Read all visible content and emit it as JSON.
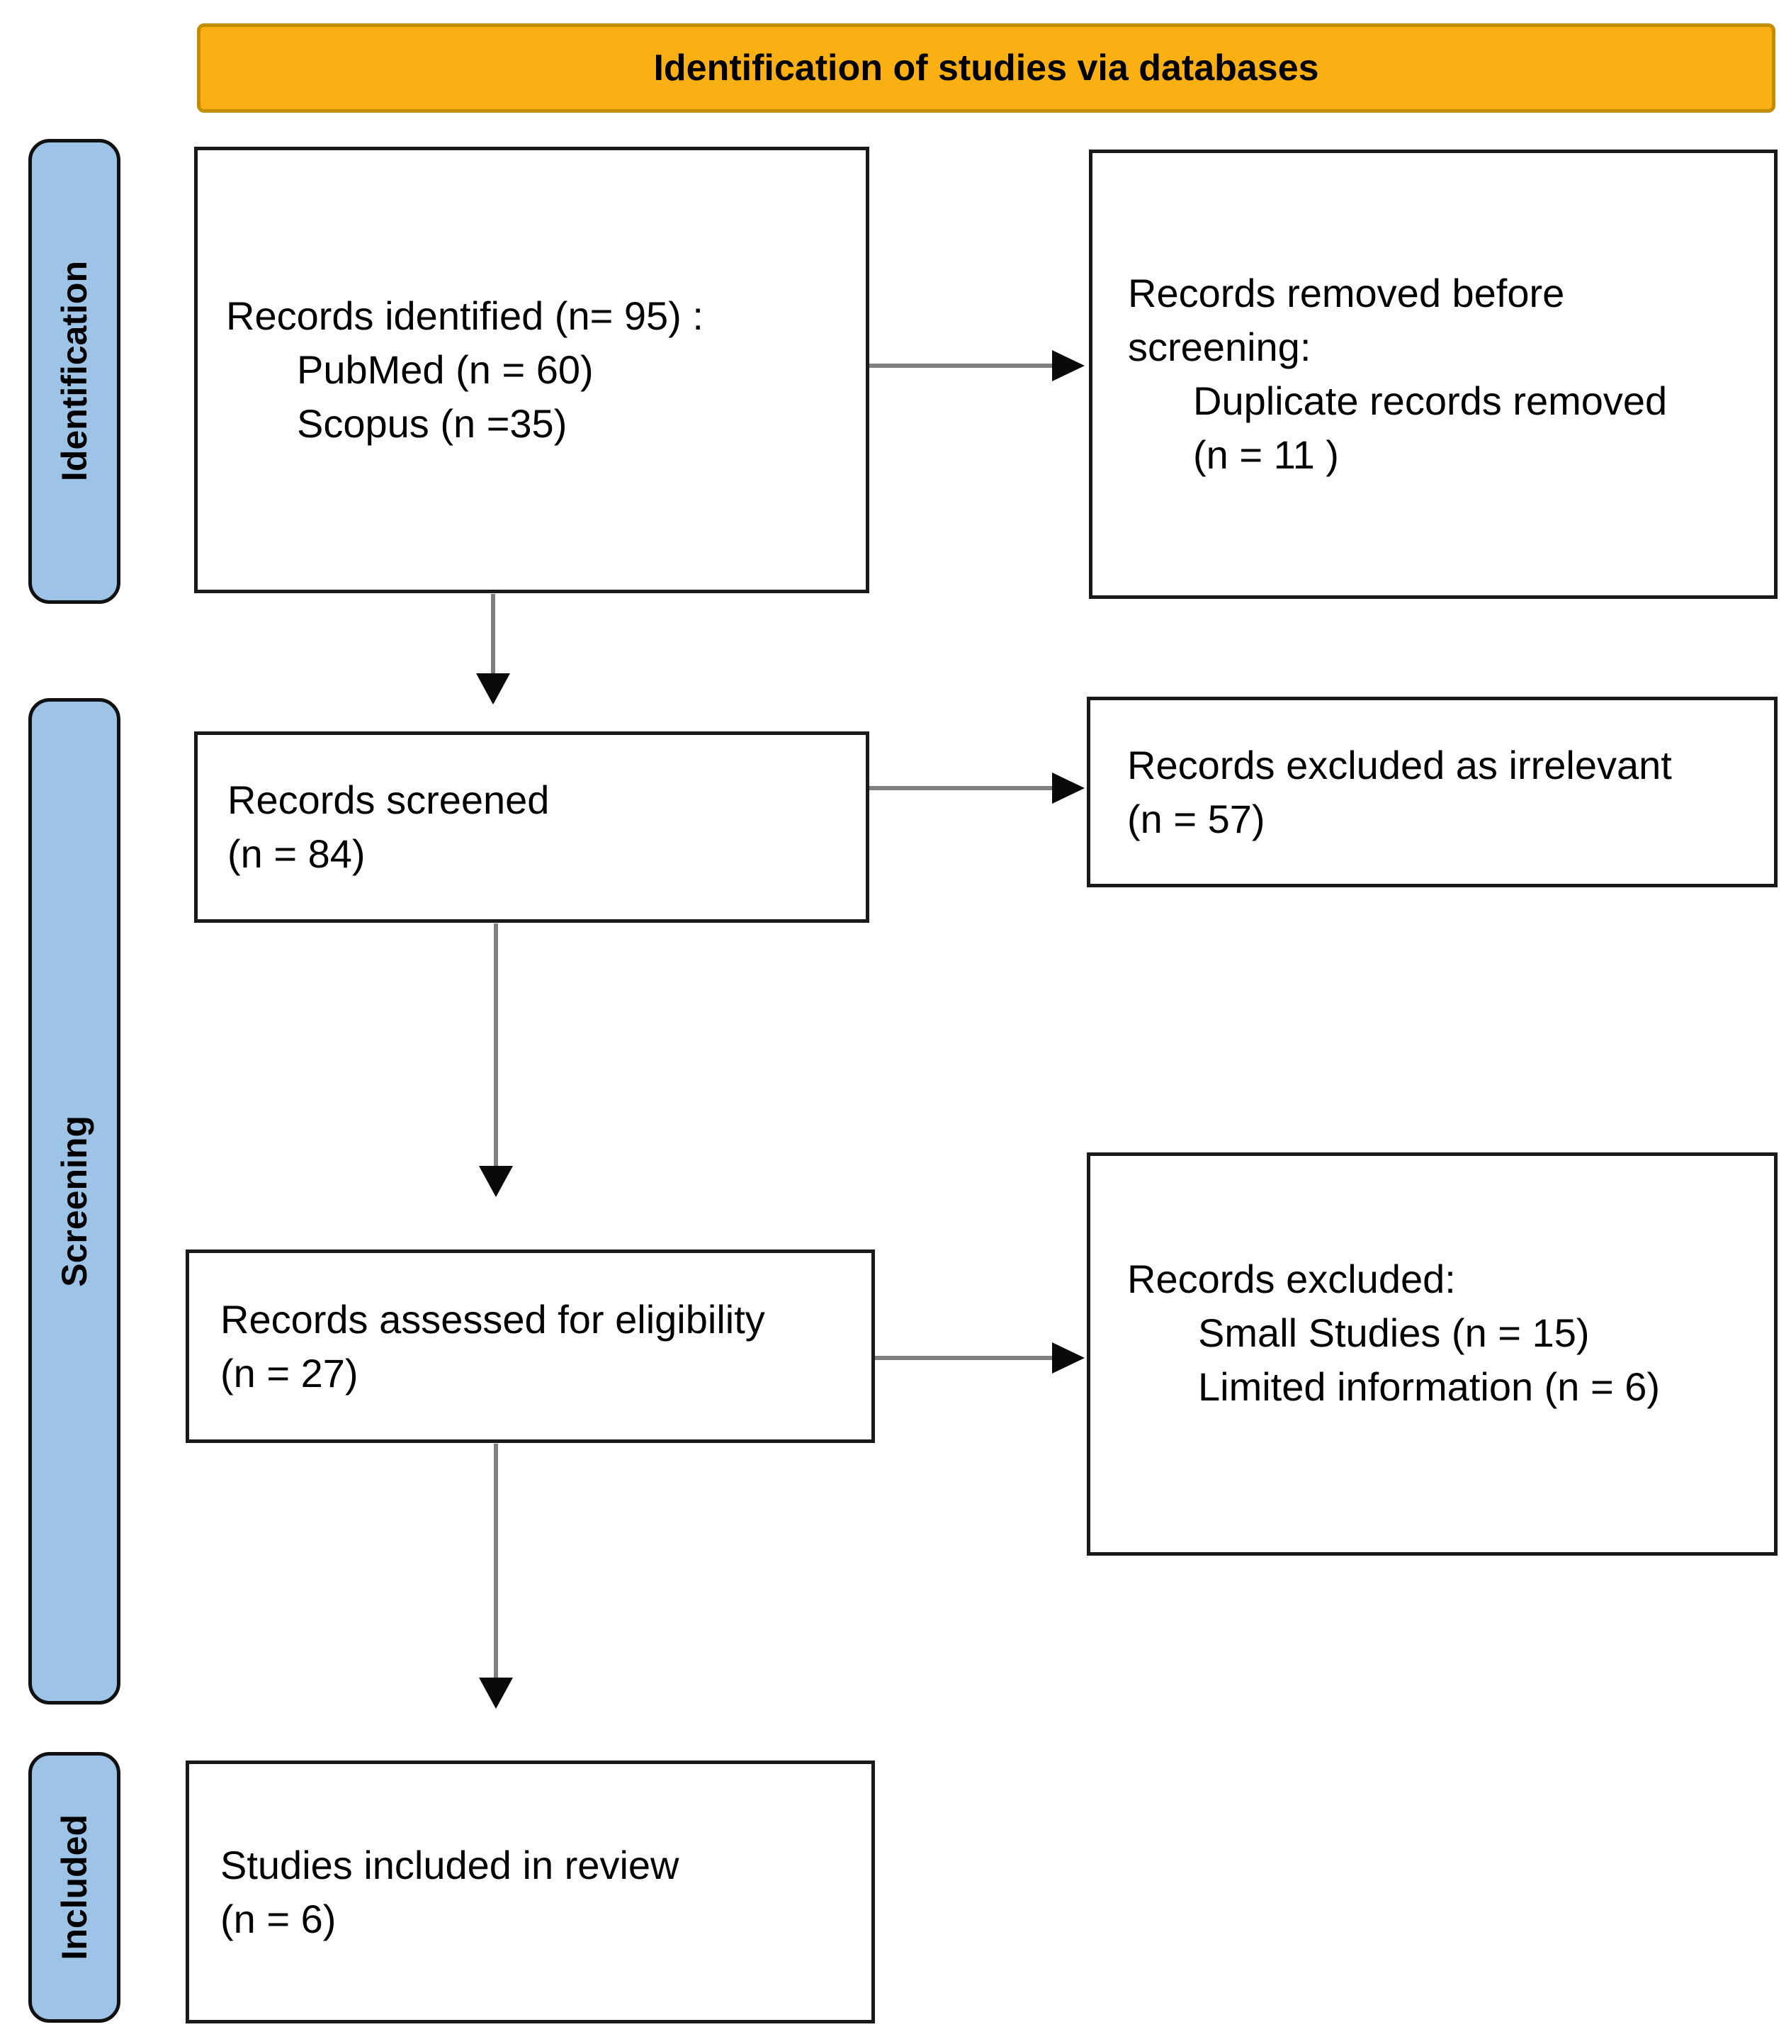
{
  "header": {
    "title": "Identification of studies via databases"
  },
  "stages": {
    "identification": "Identification",
    "screening": "Screening",
    "included": "Included"
  },
  "boxes": {
    "identified": {
      "lines": [
        "Records identified (n= 95) :",
        "PubMed (n = 60)",
        "Scopus (n =35)"
      ]
    },
    "removed": {
      "lines": [
        "Records removed before",
        "screening:",
        "Duplicate records removed",
        "(n = 11 )"
      ]
    },
    "screened": {
      "lines": [
        "Records screened",
        "(n = 84)"
      ]
    },
    "excluded_irrelevant": {
      "lines": [
        "Records excluded as irrelevant",
        "(n = 57)"
      ]
    },
    "assessed": {
      "lines": [
        "Records assessed for eligibility",
        "(n = 27)"
      ]
    },
    "excluded_eligibility": {
      "lines": [
        "Records excluded:",
        "Small Studies (n = 15)",
        "Limited information (n = 6)"
      ]
    },
    "included_review": {
      "lines": [
        "Studies included in review",
        "(n = 6)"
      ]
    }
  },
  "colors": {
    "banner_fill": "#FAAF12",
    "banner_border": "#C28E00",
    "stage_fill": "#9DC3E6",
    "box_border": "#1A1A1A",
    "arrow_line": "#7F7F7F",
    "arrow_head": "#0A0A0A",
    "text": "#000000"
  }
}
